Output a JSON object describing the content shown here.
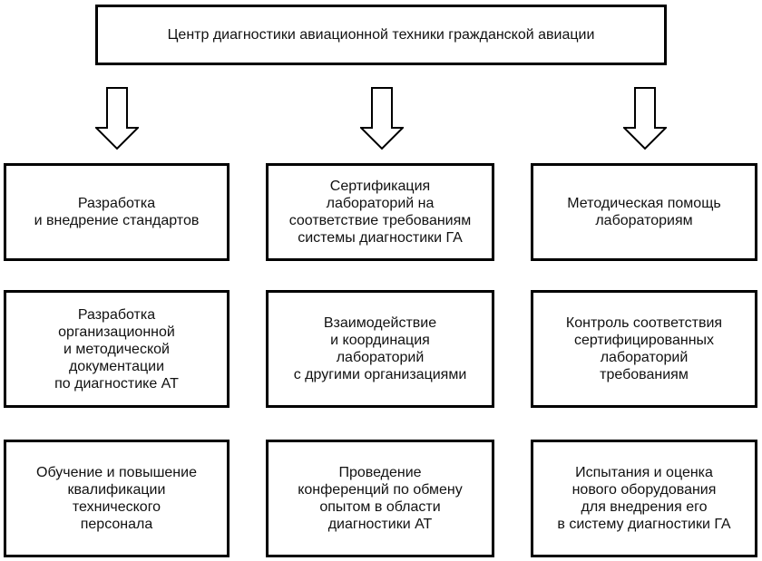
{
  "diagram": {
    "type": "flowchart",
    "colors": {
      "background": "#ffffff",
      "border": "#000000",
      "text": "#111111"
    },
    "root": "Центр диагностики авиационной техники гражданской авиации",
    "arrows": [
      {
        "icon": "down-arrow"
      },
      {
        "icon": "down-arrow"
      },
      {
        "icon": "down-arrow"
      }
    ],
    "columns": [
      {
        "boxes": [
          "Разработка\nи внедрение стандартов",
          "Разработка\nорганизационной\nи методической\nдокументации\nпо диагностике АТ",
          "Обучение и повышение\nквалификации\nтехнического\nперсонала"
        ]
      },
      {
        "boxes": [
          "Сертификация\nлабораторий на\nсоответствие требованиям\nсистемы диагностики ГА",
          "Взаимодействие\nи координация\nлабораторий\nс другими организациями",
          "Проведение\nконференций по обмену\nопытом в области\nдиагностики АТ"
        ]
      },
      {
        "boxes": [
          "Методическая помощь\nлабораториям",
          "Контроль соответствия\nсертифицированных\nлабораторий\nтребованиям",
          "Испытания и оценка\nнового оборудования\nдля внедрения его\nв систему диагностики ГА"
        ]
      }
    ]
  }
}
